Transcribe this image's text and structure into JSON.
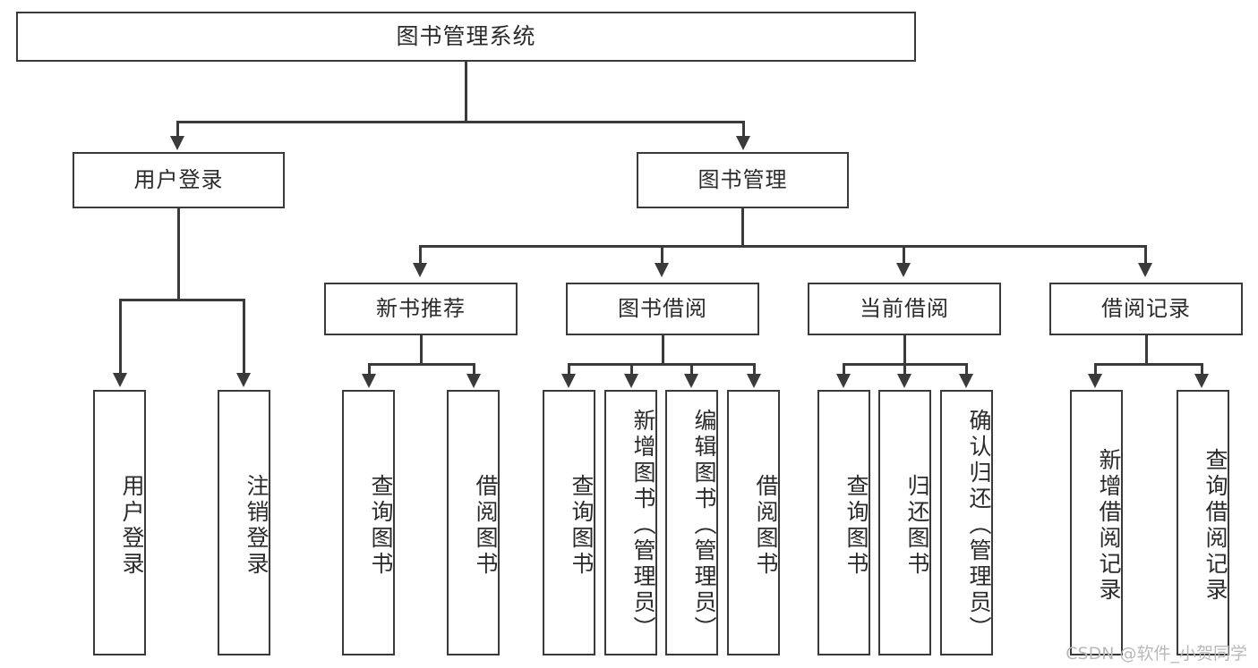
{
  "diagram": {
    "title": "图书管理系统",
    "watermark": "CSDN @软件_小贺同学",
    "line_color": "#3a3a3a",
    "text_color": "#2b2b2b",
    "background": "#ffffff",
    "nodes": {
      "root": "图书管理系统",
      "l1": {
        "user_login": "用户登录",
        "book_manage": "图书管理"
      },
      "l2": {
        "new_book_rec": "新书推荐",
        "book_borrow": "图书借阅",
        "current_borrow": "当前借阅",
        "borrow_record": "借阅记录"
      },
      "leaves": {
        "user_login_1": "用户登录",
        "user_login_2": "注销登录",
        "new_book_1": "查询图书",
        "new_book_2": "借阅图书",
        "borrow_1": "查询图书",
        "borrow_2": "新增图书（管理员）",
        "borrow_3": "编辑图书（管理员）",
        "borrow_4": "借阅图书",
        "current_1": "查询图书",
        "current_2": "归还图书",
        "current_3": "确认归还（管理员）",
        "record_1": "新增借阅记录",
        "record_2": "查询借阅记录"
      }
    }
  }
}
